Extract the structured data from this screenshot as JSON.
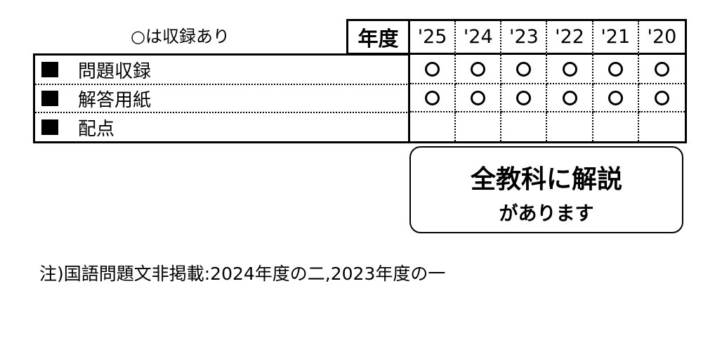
{
  "legend": "○は収録あり",
  "year_header_label": "年度",
  "years": [
    "'25",
    "'24",
    "'23",
    "'22",
    "'21",
    "'20"
  ],
  "rows": [
    {
      "label": "問題収録",
      "marks": [
        true,
        true,
        true,
        true,
        true,
        true
      ]
    },
    {
      "label": "解答用紙",
      "marks": [
        true,
        true,
        true,
        true,
        true,
        true
      ]
    },
    {
      "label": "配点",
      "marks": [
        false,
        false,
        false,
        false,
        false,
        false
      ]
    }
  ],
  "note": {
    "title": "全教科に解説",
    "subtitle": "があります"
  },
  "footnote": "注)国語問題文非掲載:2024年度の二,2023年度の一"
}
